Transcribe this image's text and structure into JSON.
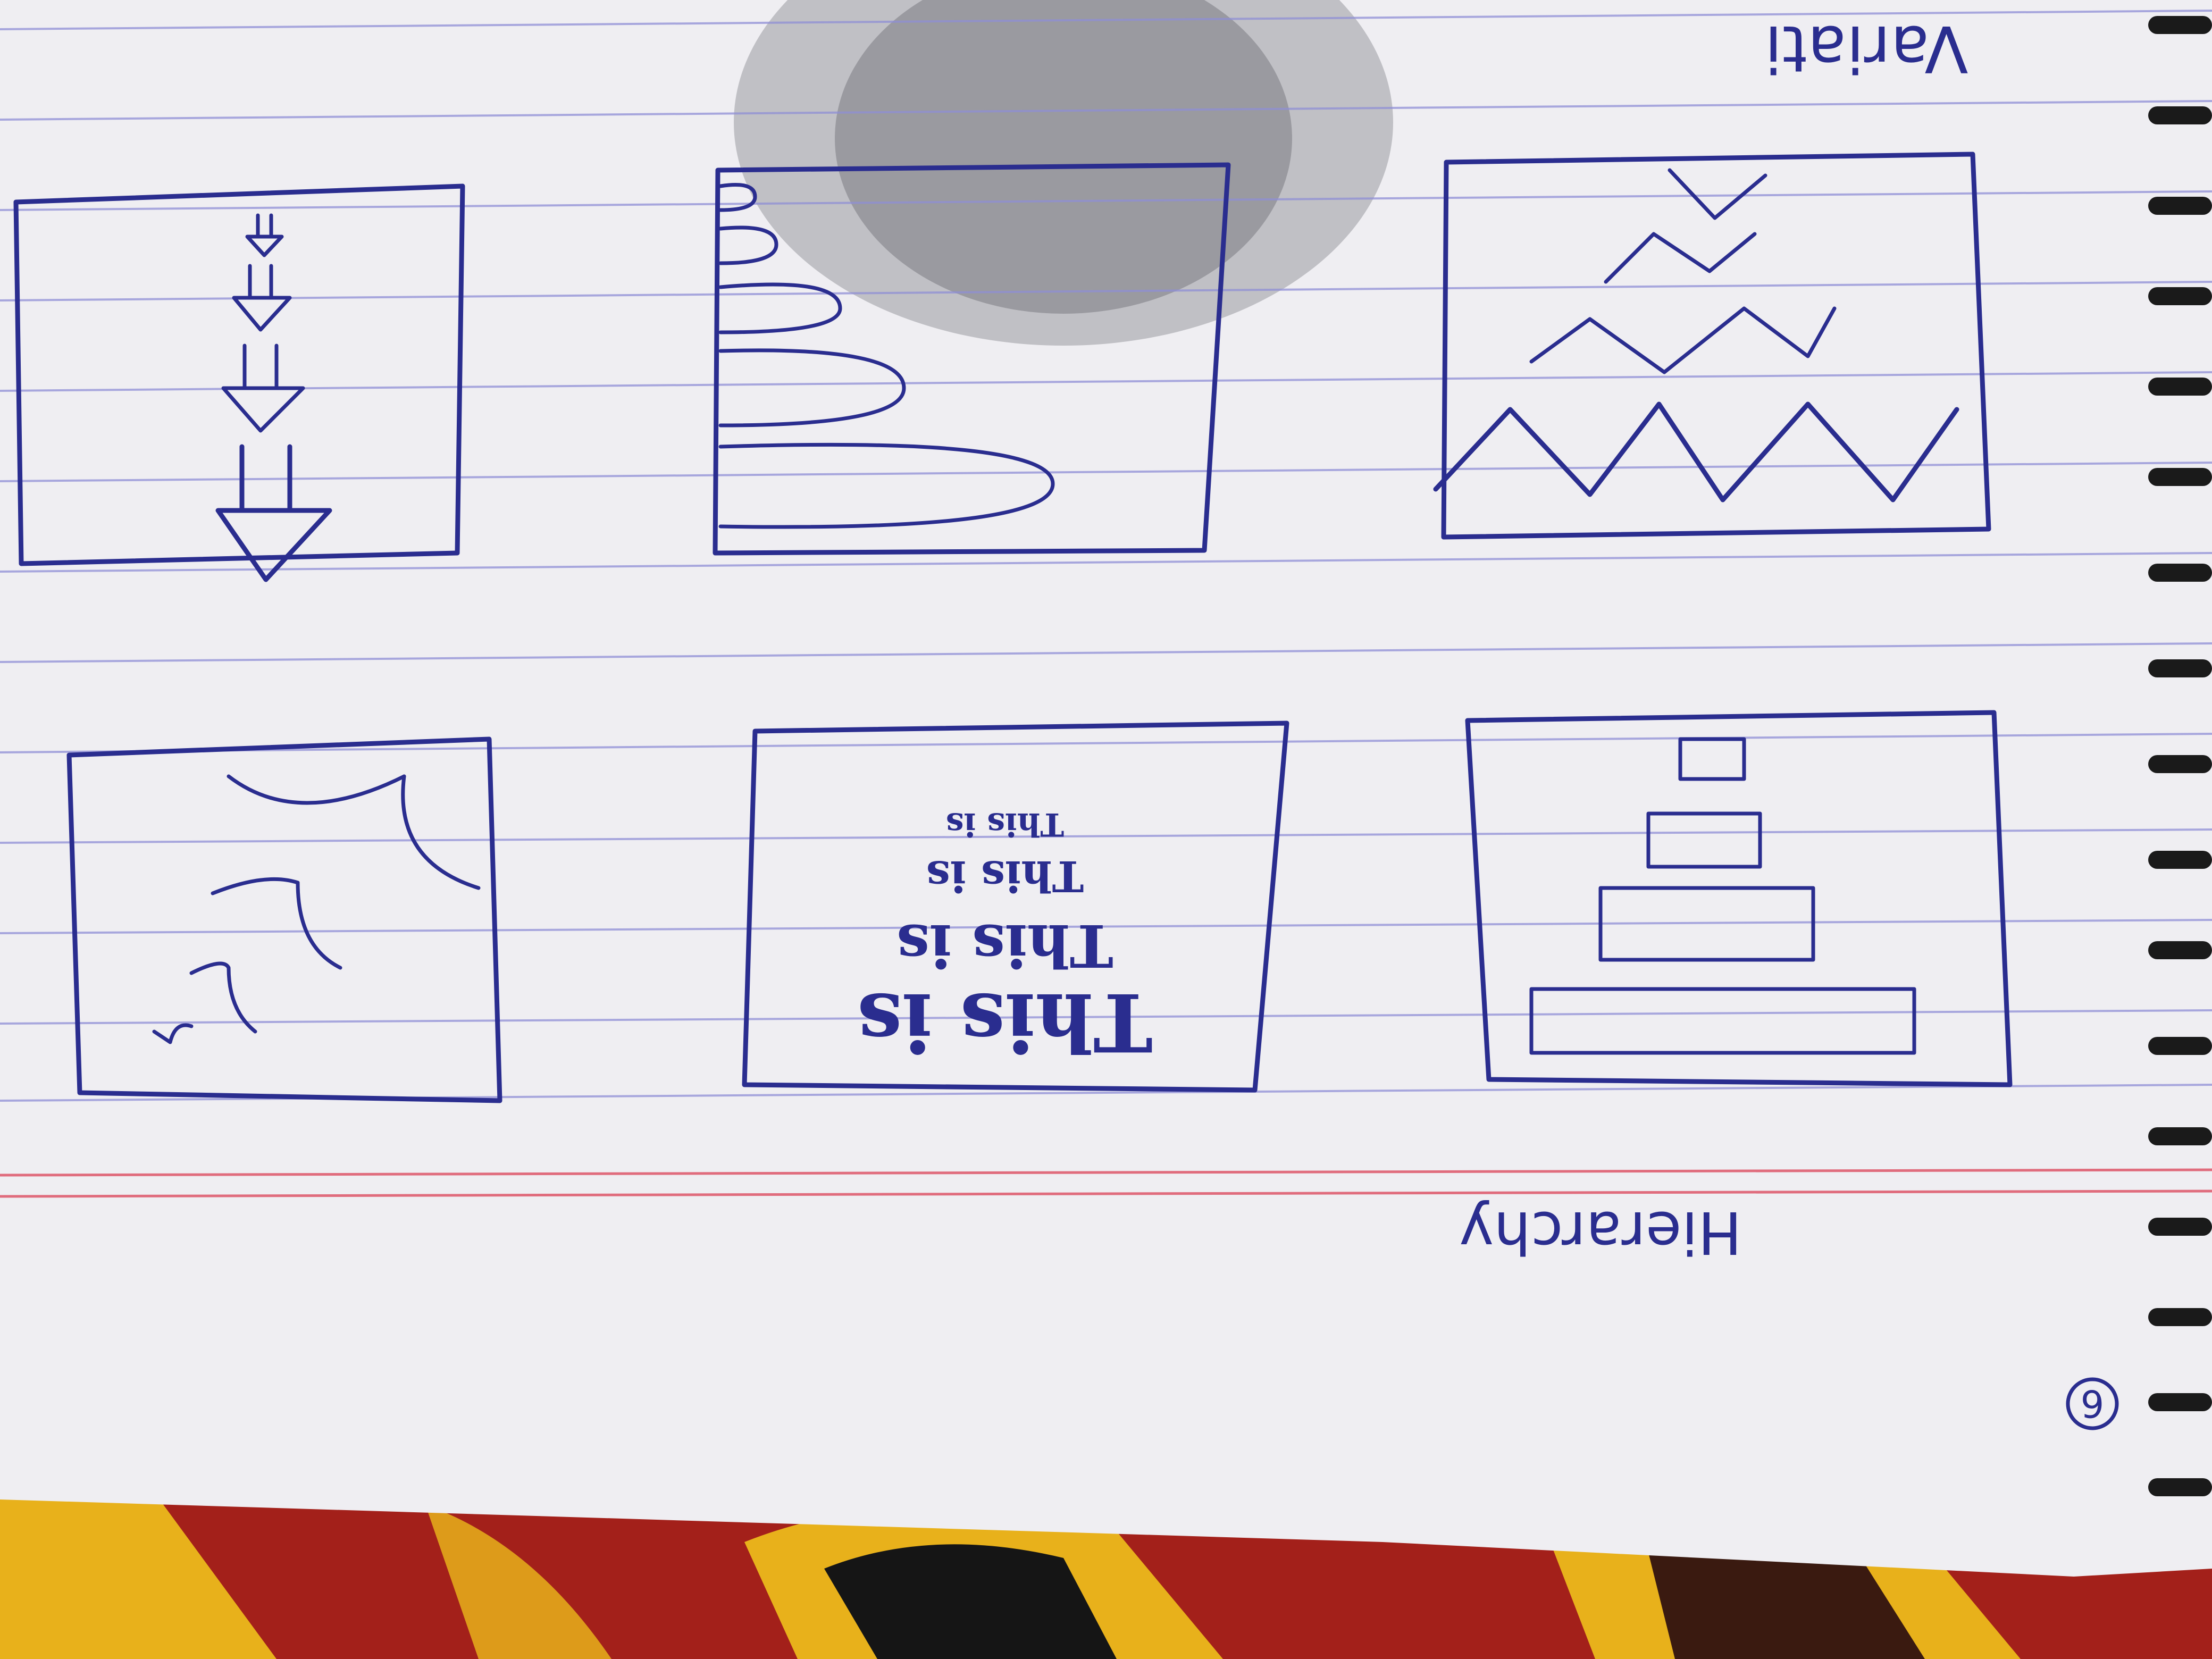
{
  "page": {
    "caption": "Hierarchy",
    "page_number": "6",
    "corner_fragment": "Variati"
  },
  "frames": [
    {
      "id": "arrows",
      "kind": "drawing"
    },
    {
      "id": "rounded-bars",
      "kind": "drawing"
    },
    {
      "id": "zigzags",
      "kind": "drawing"
    },
    {
      "id": "curves",
      "kind": "drawing"
    },
    {
      "id": "text-sizes",
      "kind": "text",
      "lines": [
        "This is",
        "This is",
        "This is",
        "This is"
      ]
    },
    {
      "id": "stacked-rects",
      "kind": "drawing"
    }
  ],
  "colors": {
    "paper": "#efeef2",
    "ink": "#2a2d8f",
    "rule": "#8f8fd6",
    "margin": "#e06c7d",
    "rings": "#1a1a1a",
    "cloth_red": "#a3201a",
    "cloth_yellow": "#e8b11b"
  }
}
